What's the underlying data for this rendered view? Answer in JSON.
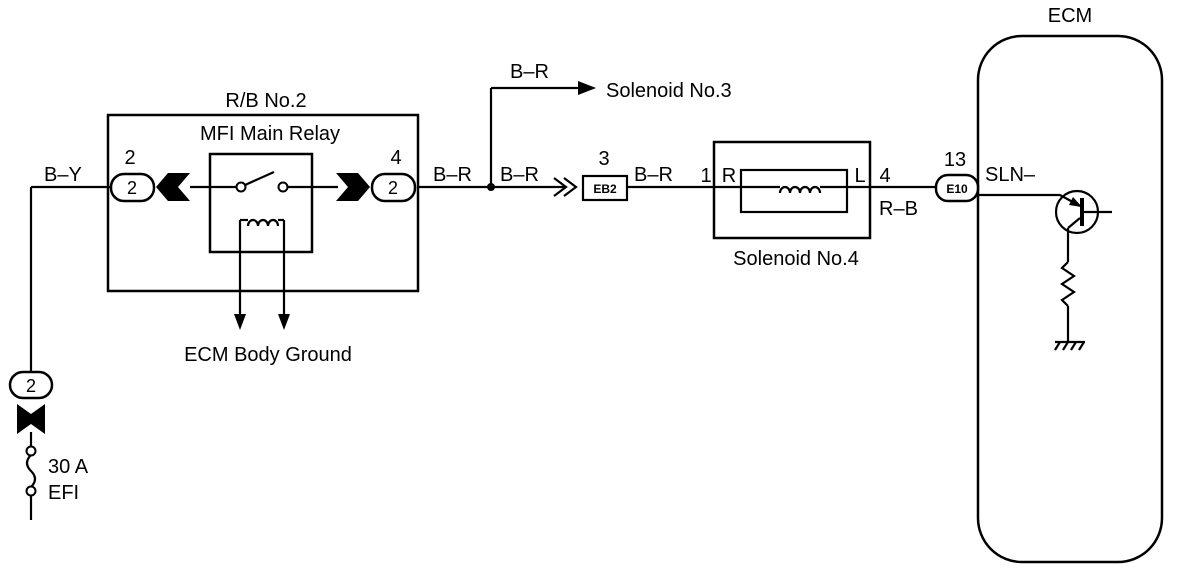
{
  "colors": {
    "line": "#000000",
    "background": "#ffffff"
  },
  "ecm": {
    "title": "ECM",
    "pin": "13",
    "connector": "E10",
    "signal": "SLN–"
  },
  "relay_block": {
    "title": "R/B No.2",
    "relay": "MFI Main Relay",
    "pin_left": "2",
    "pin_left_connector": "2",
    "pin_right": "4",
    "pin_right_connector": "2",
    "ground_label": "ECM Body Ground"
  },
  "power": {
    "connector": "2",
    "fuse_rating": "30 A",
    "fuse_name": "EFI"
  },
  "wires": {
    "b_y": "B–Y",
    "b_r_1": "B–R",
    "b_r_2": "B–R",
    "b_r_3": "B–R",
    "b_r_top": "B–R",
    "r_b": "R–B"
  },
  "splice": {
    "pin": "3",
    "connector": "EB2"
  },
  "solenoid3": {
    "label": "Solenoid No.3"
  },
  "solenoid4": {
    "label": "Solenoid No.4",
    "pin_in": "1",
    "pin_out": "4",
    "term_in": "R",
    "term_out": "L"
  }
}
